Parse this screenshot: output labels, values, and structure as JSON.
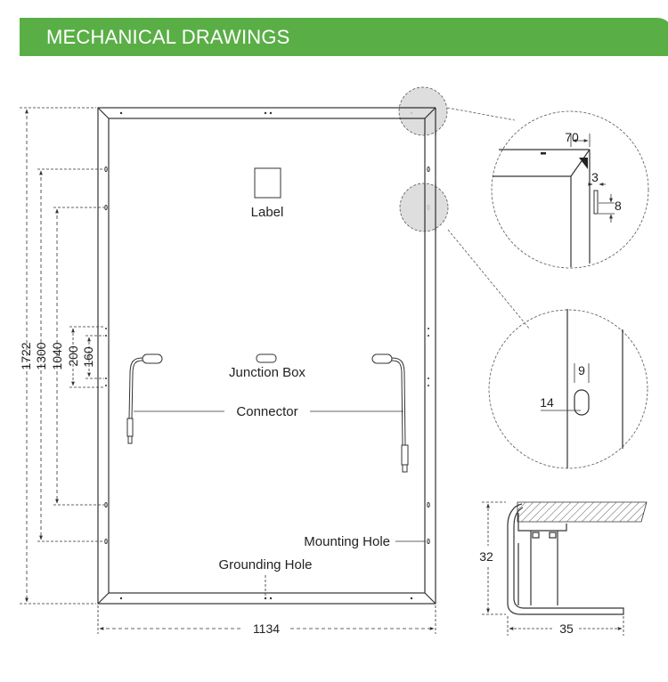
{
  "header": {
    "title": "MECHANICAL DRAWINGS"
  },
  "panel": {
    "label_text": "Label",
    "junction_box": "Junction Box",
    "connector": "Connector",
    "mounting_hole": "Mounting Hole",
    "grounding_hole": "Grounding Hole"
  },
  "dimensions": {
    "height_total": "1722",
    "height_1300": "1300",
    "height_1040": "1040",
    "dim_200": "200",
    "dim_160": "160",
    "width_total": "1134"
  },
  "corner_detail": {
    "width": "70",
    "dim_3": "3",
    "dim_8": "8"
  },
  "hole_detail": {
    "dim_9": "9",
    "dim_14": "14"
  },
  "profile": {
    "height": "32",
    "width": "35"
  },
  "colors": {
    "banner": "#5aae46",
    "detail_circle": "#d8d8d8",
    "line": "#333333"
  }
}
